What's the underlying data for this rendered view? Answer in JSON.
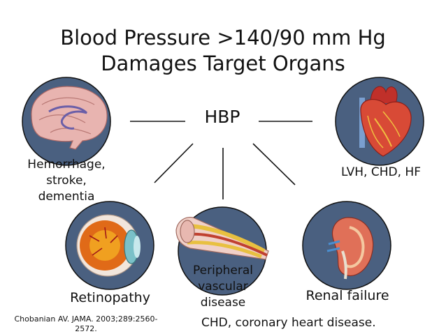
{
  "title": {
    "line1": "Blood Pressure >140/90 mm Hg",
    "line2": "Damages Target Organs"
  },
  "hub": "HBP",
  "organs": {
    "brain": {
      "label_line1": "Hemorrhage,",
      "label_line2": "stroke,",
      "label_line3": "dementia",
      "icon": "brain-icon"
    },
    "heart": {
      "label": "LVH, CHD, HF",
      "icon": "heart-icon"
    },
    "eye": {
      "label": "Retinopathy",
      "icon": "eye-icon"
    },
    "artery": {
      "label_line1": "Peripheral",
      "label_line2": "vascular",
      "label_line3": "disease",
      "icon": "artery-icon"
    },
    "kidney": {
      "label": "Renal failure",
      "icon": "kidney-icon"
    }
  },
  "citation": {
    "line1": "Chobanian AV. JAMA. 2003;289:2560-",
    "line2": "2572."
  },
  "footnote": "CHD, coronary heart disease.",
  "colors": {
    "circle_fill": "#4a6080",
    "text": "#111111",
    "connector": "#111111"
  }
}
